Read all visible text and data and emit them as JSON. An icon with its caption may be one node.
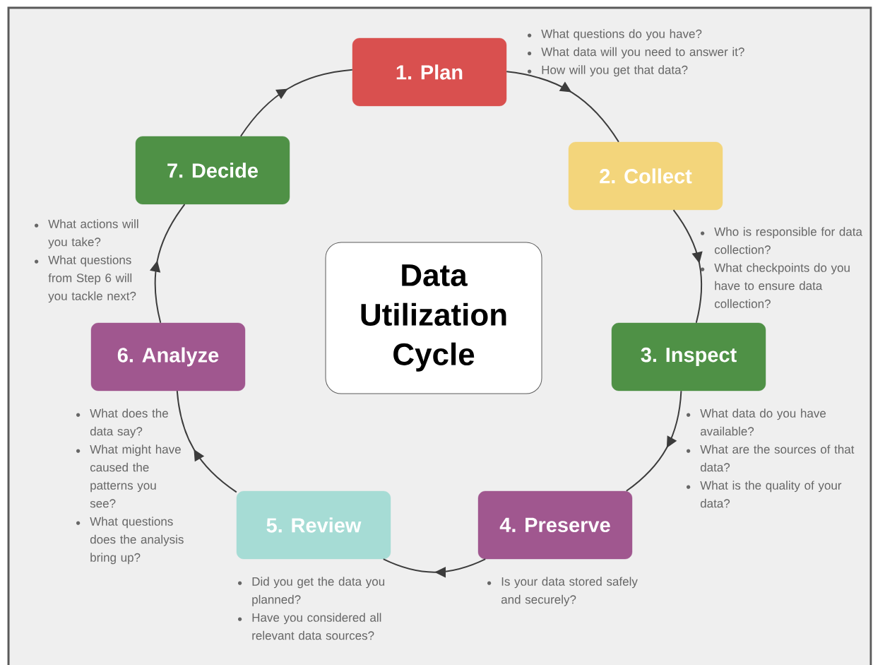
{
  "diagram": {
    "nodes": [
      {
        "text": [
          "1. Plan"
        ],
        "beside": [
          "What questions do you have?",
          "What data will you need to answer it?",
          "How will you get that data?"
        ]
      },
      {
        "text": [
          "2. Collect"
        ],
        "beside": [
          "Who is responsible for data collection?",
          "What checkpoints do you have to ensure data collection?"
        ]
      },
      {
        "text": [
          "3. Inspect"
        ],
        "beside": [
          "What data do you have available?",
          "What are the sources of that data?",
          "What is the quality of your data?"
        ]
      },
      {
        "text": [
          "4. Preserve"
        ],
        "beside": [
          "Is your data stored safely and securely?"
        ]
      },
      {
        "text": [
          "5. Review"
        ],
        "beside": [
          "Did you get the data you planned?",
          "Have you considered all relevant data sources?"
        ]
      },
      {
        "text": [
          "6. Analyze"
        ],
        "beside": [
          "What does the data say?",
          "What might have caused the patterns you see?",
          "What questions does the analysis bring up?"
        ]
      },
      {
        "text": [
          "7. Decide"
        ],
        "beside": [
          "What actions will you take?",
          "What questions from Step 6 will you tackle next?"
        ]
      },
      {
        "text": [
          "Data Utilization Cycle"
        ]
      }
    ],
    "edges": [
      {
        "from": 0,
        "to": 1,
        "arrow": "to"
      },
      {
        "from": 1,
        "to": 2,
        "arrow": "to"
      },
      {
        "from": 2,
        "to": 3,
        "arrow": "to"
      },
      {
        "from": 3,
        "to": 4,
        "arrow": "to"
      },
      {
        "from": 4,
        "to": 5,
        "arrow": "to"
      },
      {
        "from": 5,
        "to": 6,
        "arrow": "to"
      },
      {
        "from": 6,
        "to": 0,
        "arrow": "to"
      }
    ]
  }
}
